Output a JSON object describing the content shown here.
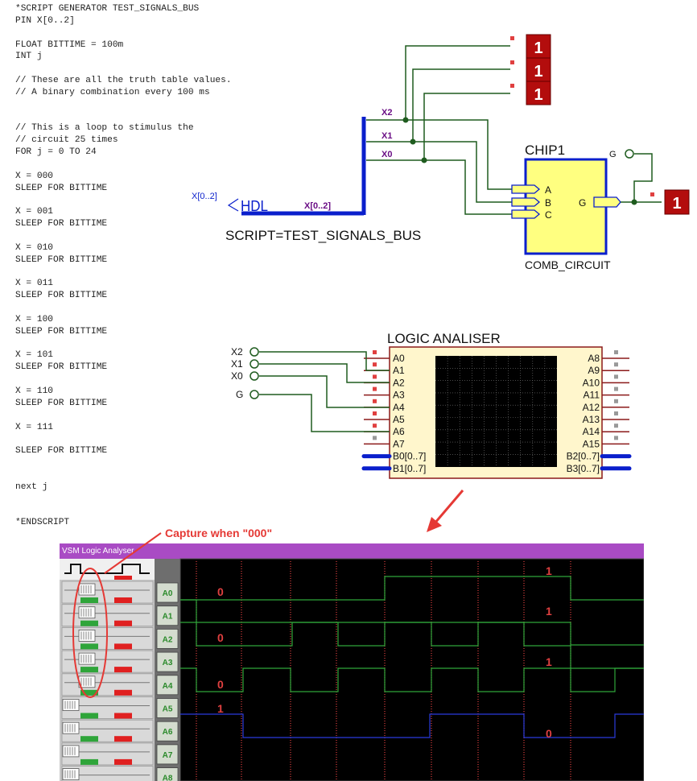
{
  "script_lines": [
    "*SCRIPT GENERATOR TEST_SIGNALS_BUS",
    "PIN X[0..2]",
    "",
    "FLOAT BITTIME = 100m",
    "INT j",
    "",
    "// These are all the truth table values.",
    "// A binary combination every 100 ms",
    "",
    "",
    "// This is a loop to stimulus the",
    "// circuit 25 times",
    "FOR j = 0 TO 24",
    "",
    "X = 000",
    "SLEEP FOR BITTIME",
    "",
    "X = 001",
    "SLEEP FOR BITTIME",
    "",
    "X = 010",
    "SLEEP FOR BITTIME",
    "",
    "X = 011",
    "SLEEP FOR BITTIME",
    "",
    "X = 100",
    "SLEEP FOR BITTIME",
    "",
    "X = 101",
    "SLEEP FOR BITTIME",
    "",
    "X = 110",
    "SLEEP FOR BITTIME",
    "",
    "X = 111",
    "",
    "SLEEP FOR BITTIME",
    "",
    "",
    "next j",
    "",
    "",
    "*ENDSCRIPT"
  ],
  "schematic": {
    "bus_label": "X[0..2]",
    "bus_pin_label": "X[0..2]",
    "hdl_label": "HDL",
    "script_label": "SCRIPT=TEST_SIGNALS_BUS",
    "wire_labels": [
      "X2",
      "X1",
      "X0"
    ],
    "probe_value": "1",
    "chip_name": "CHIP1",
    "chip_type": "COMB_CIRCUIT",
    "chip_inputs": [
      "A",
      "B",
      "C"
    ],
    "chip_output": "G",
    "output_terminal": "G"
  },
  "analyser": {
    "title": "LOGIC ANALISER",
    "left_terminals": [
      "X2",
      "X1",
      "X0",
      "G"
    ],
    "left_pins": [
      "A0",
      "A1",
      "A2",
      "A3",
      "A4",
      "A5",
      "A6",
      "A7",
      "B0[0..7]",
      "B1[0..7]"
    ],
    "right_pins": [
      "A8",
      "A9",
      "A10",
      "A11",
      "A12",
      "A13",
      "A14",
      "A15",
      "B2[0..7]",
      "B3[0..7]"
    ]
  },
  "annotation": {
    "text": "Capture when \"000\""
  },
  "vsm": {
    "window_title": "VSM Logic Analyser",
    "channels": [
      "A0",
      "A1",
      "A2",
      "A3",
      "A4",
      "A5",
      "A6",
      "A7",
      "A8"
    ],
    "left_values": [
      "0",
      "0",
      "0",
      "1"
    ],
    "right_values": [
      "1",
      "1",
      "1",
      "0"
    ]
  },
  "colors": {
    "wire": "#1f5c1f",
    "bus": "#0a1fcc",
    "label_purple": "#6b0f86",
    "probe_red": "#b30d0d",
    "chip_fill": "#ffff80",
    "chip_border": "#0a1fcc",
    "analyser_fill": "#fff6cc",
    "analyser_border": "#8b1a1a",
    "trace_green": "#2fa53a",
    "trace_blue": "#2a3bdc",
    "marker_red": "#e04040",
    "annotation_red": "#e53935",
    "title_bar": "#a94bc4"
  }
}
